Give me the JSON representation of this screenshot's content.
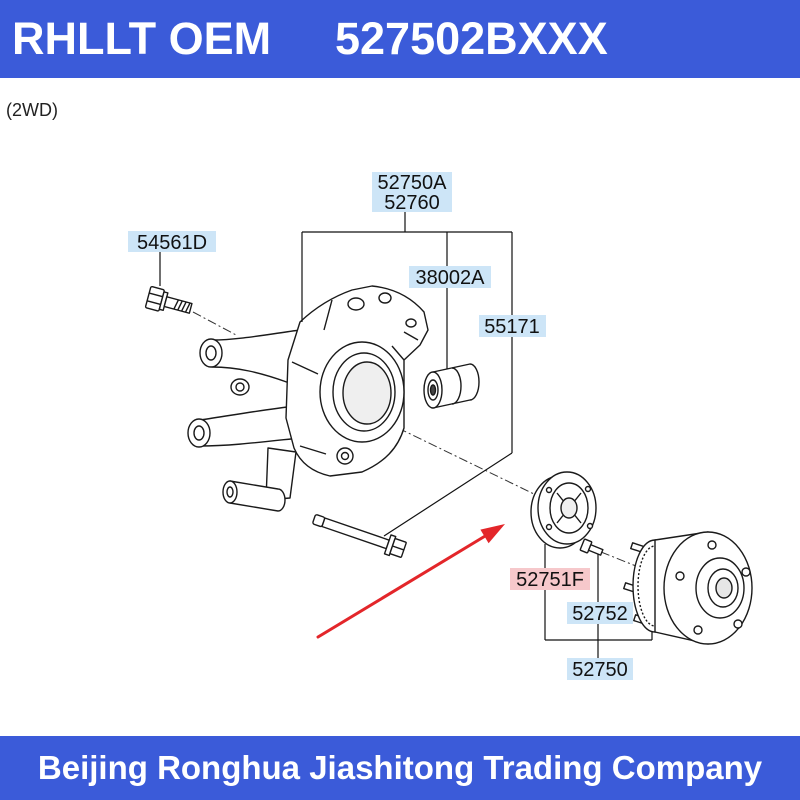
{
  "header": {
    "brand": "RHLLT OEM",
    "part_number": "527502BXXX"
  },
  "diagram": {
    "variant": "(2WD)",
    "callouts": [
      {
        "label": "52750A",
        "highlighted": false
      },
      {
        "label": "52760",
        "highlighted": false
      },
      {
        "label": "54561D",
        "highlighted": false
      },
      {
        "label": "38002A",
        "highlighted": false
      },
      {
        "label": "55171",
        "highlighted": false
      },
      {
        "label": "52751F",
        "highlighted": true
      },
      {
        "label": "52752",
        "highlighted": false
      },
      {
        "label": "52750",
        "highlighted": false
      }
    ]
  },
  "footer": {
    "company": "Beijing Ronghua Jiashitong Trading Company"
  },
  "colors": {
    "banner_background": "#3b5bd9",
    "banner_text": "#ffffff",
    "callout_background": "#cde5f7",
    "highlight_background": "#f6c8cb",
    "arrow": "#e3262a",
    "line_art": "#1a1a1a"
  }
}
